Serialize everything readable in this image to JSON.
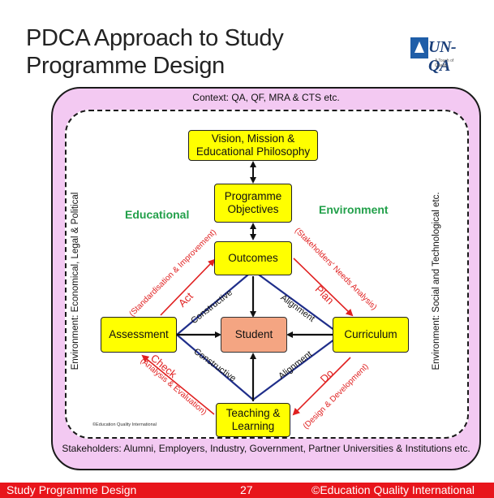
{
  "title": "PDCA Approach to Study Programme Design",
  "logo": {
    "text": "UN-QA",
    "tagline": "A Touch of Quality"
  },
  "context": "Context: QA, QF, MRA & CTS etc.",
  "stakeholders": "Stakeholders: Alumni, Employers, Industry, Government, Partner Universities & Institutions etc.",
  "environment_left": "Environment: Economical, Legal & Political",
  "environment_right": "Environment: Social and Technological etc.",
  "educational": "Educational",
  "environment": "Environment",
  "nodes": {
    "vision": "Vision, Mission & Educational Philosophy",
    "objectives": "Programme Objectives",
    "outcomes": "Outcomes",
    "assessment": "Assessment",
    "student": "Student",
    "curriculum": "Curriculum",
    "teaching": "Teaching & Learning"
  },
  "edge_labels": {
    "constructive_top": "Constructive",
    "alignment_top": "Alignment",
    "constructive_bottom": "Constructive",
    "alignment_bottom": "Alignment"
  },
  "pdca": {
    "act": "Act",
    "act_sub": "(Standardisation & Improvement)",
    "plan": "Plan",
    "plan_sub": "(Stakeholders' Needs Analysis)",
    "check": "Check",
    "check_sub": "(Analysis & Evaluation)",
    "do": "Do",
    "do_sub": "(Design & Development)"
  },
  "copyright_small": "©Education Quality International",
  "footer": {
    "left": "Study Programme Design",
    "page": "27",
    "right": "©Education Quality International"
  },
  "colors": {
    "pink": "#f3c9f2",
    "box": "#ffff00",
    "student": "#f4a582",
    "pdca_red": "#e02020",
    "blue": "#1f2e8a",
    "green": "#22a04a",
    "footer": "#e8151b"
  }
}
